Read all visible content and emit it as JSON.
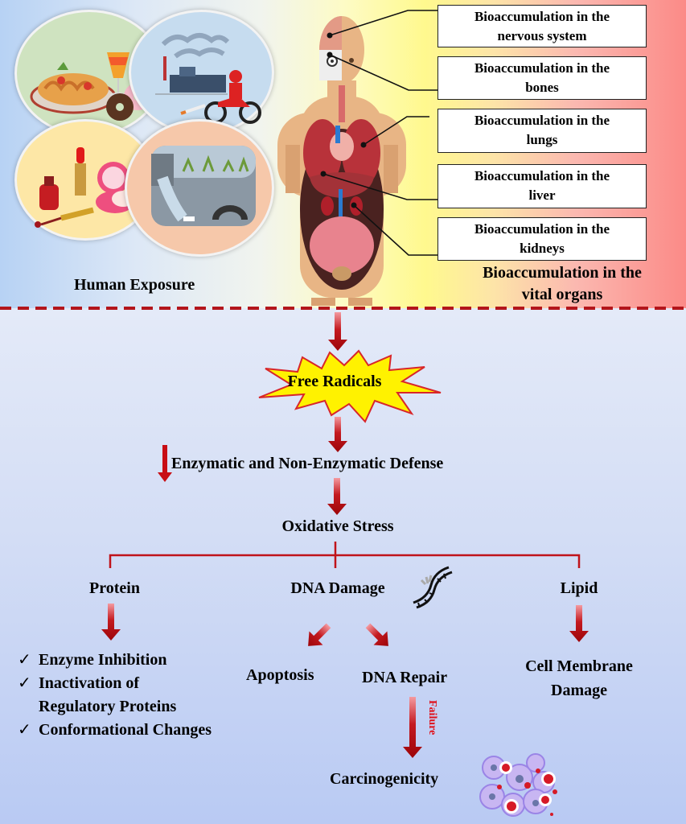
{
  "exposure": {
    "label": "Human Exposure",
    "sources": [
      {
        "name": "food-and-drinks",
        "icon": "food-icon"
      },
      {
        "name": "industrial-and-vehicle-emissions",
        "icon": "factory-icon"
      },
      {
        "name": "cosmetics",
        "icon": "cosmetics-icon"
      },
      {
        "name": "polluted-water",
        "icon": "wastewater-icon"
      }
    ]
  },
  "organs": {
    "boxes": [
      {
        "line1": "Bioaccumulation in the",
        "line2": "nervous system"
      },
      {
        "line1": "Bioaccumulation in the",
        "line2": "bones"
      },
      {
        "line1": "Bioaccumulation in the",
        "line2": "lungs"
      },
      {
        "line1": "Bioaccumulation in the",
        "line2": "liver"
      },
      {
        "line1": "Bioaccumulation in the",
        "line2": "kidneys"
      }
    ],
    "caption_line1": "Bioaccumulation in the",
    "caption_line2": "vital organs"
  },
  "flow": {
    "free_radicals": "Free Radicals",
    "defense": "Enzymatic and Non-Enzymatic Defense",
    "oxidative_stress": "Oxidative Stress",
    "protein": "Protein",
    "dna_damage": "DNA Damage",
    "lipid": "Lipid",
    "protein_effects": [
      {
        "check": "✓",
        "text": "Enzyme Inhibition"
      },
      {
        "check": "✓",
        "text": "Inactivation of"
      },
      {
        "check": "",
        "text": "Regulatory Proteins"
      },
      {
        "check": "✓",
        "text": "Conformational Changes"
      }
    ],
    "apoptosis": "Apoptosis",
    "dna_repair": "DNA Repair",
    "failure": "Failure",
    "carcinogenicity": "Carcinogenicity",
    "lipid_effect_line1": "Cell Membrane",
    "lipid_effect_line2": "Damage"
  },
  "colors": {
    "arrow": "#a3070c",
    "arrow_light": "#f08a8e",
    "connector": "#c0131a",
    "burst_fill": "#fff200",
    "burst_stroke": "#d8262a",
    "failure_text": "#e0101a"
  }
}
